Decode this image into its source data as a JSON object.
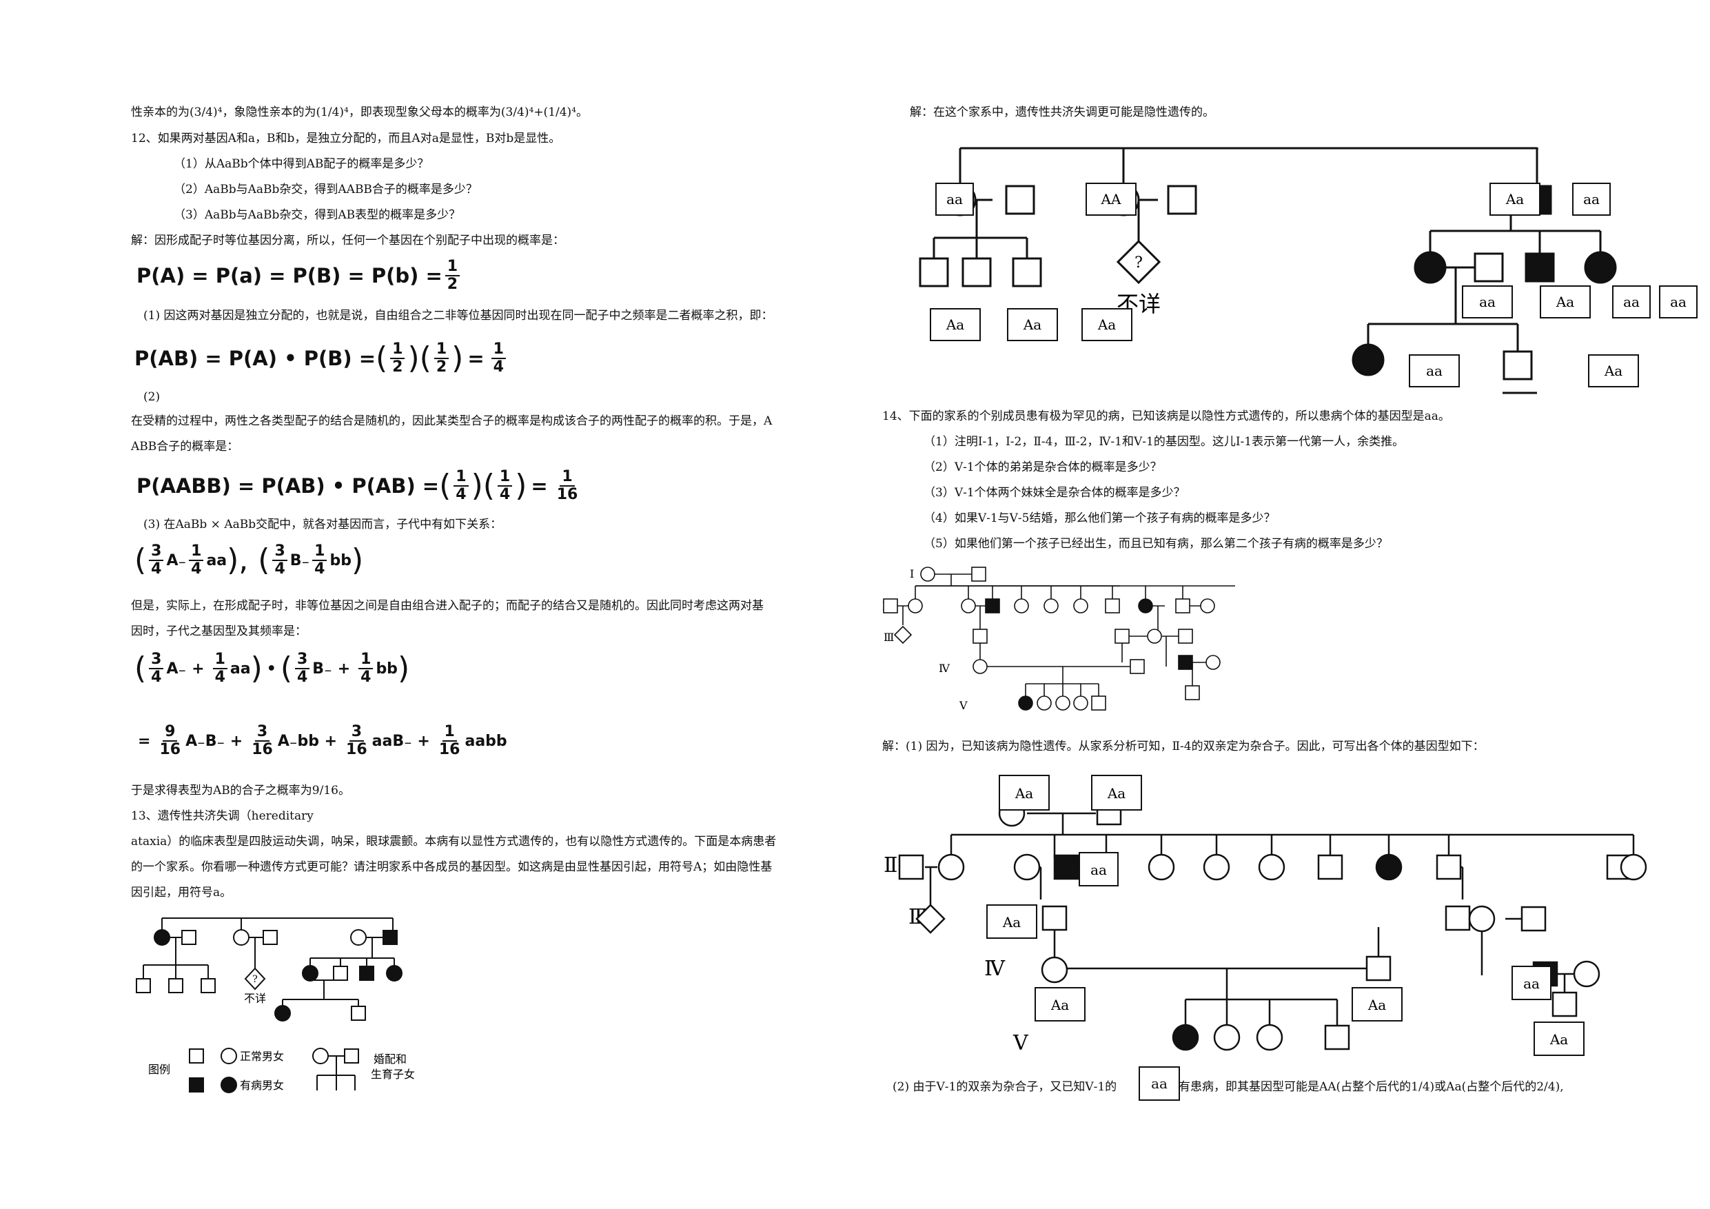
{
  "left": {
    "line1": "性亲本的为(3/4)⁴，象隐性亲本的为(1/4)⁴，即表现型象父母本的概率为(3/4)⁴+(1/4)⁴。",
    "q12": "12、如果两对基因A和a，B和b，是独立分配的，而且A对a是显性，B对b是显性。",
    "q12_1": "（1）从AaBb个体中得到AB配子的概率是多少？",
    "q12_2": "（2）AaBb与AaBb杂交，得到AABB合子的概率是多少？",
    "q12_3": "（3）AaBb与AaBb杂交，得到AB表型的概率是多少？",
    "sol_intro": "解：因形成配子时等位基因分离，所以，任何一个基因在个别配子中出现的概率是：",
    "f1_lhs": "P(A) = P(a) = P(B) = P(b) =",
    "f1_num": "1",
    "f1_den": "2",
    "p1_text": "(1) 因这两对基因是独立分配的，也就是说，自由组合之二非等位基因同时出现在同一配子中之频率是二者概率之积，即：",
    "f2_lhs": "P(AB) = P(A) • P(B) =",
    "f2_n": "1",
    "f2_d": "2",
    "f2_n2": "1",
    "f2_d2": "2",
    "f2_rn": "1",
    "f2_rd": "4",
    "p2_label": "(2)",
    "p2_line1": "在受精的过程中，两性之各类型配子的结合是随机的，因此某类型合子的概率是构成该合子的两性配子的概率的积。于是，A",
    "p2_line2": "ABB合子的概率是：",
    "f3_lhs": "P(AABB) = P(AB) • P(AB) =",
    "f3_n": "1",
    "f3_d": "4",
    "f3_n2": "1",
    "f3_d2": "4",
    "f3_rn": "1",
    "f3_rd": "16",
    "p3_text": "(3) 在AaBb × AaBb交配中，就各对基因而言，子代中有如下关系：",
    "f4_a": "3",
    "f4_ad": "4",
    "f4_at": "A₋",
    "f4_b": "1",
    "f4_bd": "4",
    "f4_bt": "aa",
    "f4_c": "3",
    "f4_cd": "4",
    "f4_ct": "B₋",
    "f4_e": "1",
    "f4_ed": "4",
    "f4_et": "bb",
    "p4_line1": "但是，实际上，在形成配子时，非等位基因之间是自由组合进入配子的；而配子的结合又是随机的。因此同时考虑这两对基",
    "p4_line2": "因时，子代之基因型及其频率是：",
    "f6_t1": "A₋B₋ +",
    "f6_t2": "A₋bb +",
    "f6_t3": "aaB₋ +",
    "f6_t4": "aabb",
    "f6_n1": "9",
    "f6_d1": "16",
    "f6_n2": "3",
    "f6_d2": "16",
    "f6_n3": "3",
    "f6_d3": "16",
    "f6_n4": "1",
    "f6_d4": "16",
    "p5_text": "于是求得表型为AB的合子之概率为9/16。",
    "q13_1": "13、遗传性共济失调（hereditary",
    "q13_2": "ataxia）的临床表型是四肢运动失调，呐呆，眼球震颤。本病有以显性方式遗传的，也有以隐性方式遗传的。下面是本病患者",
    "q13_3": "的一个家系。你看哪一种遗传方式更可能？请注明家系中各成员的基因型。如这病是由显性基因引起，用符号A；如由隐性基",
    "q13_4": "因引起，用符号a。",
    "ped1_unknown": "不详",
    "legend_title": "图例",
    "legend_normal": "正常男女",
    "legend_affected": "有病男女",
    "legend_marriage1": "婚配和",
    "legend_marriage2": "生育子女"
  },
  "right": {
    "sol13": "解：在这个家系中，遗传性共济失调更可能是隐性遗传的。",
    "ped2_unknown": "不详",
    "ped2_labels": [
      "aa",
      "AA",
      "Aa",
      "aa",
      "Aa",
      "Aa",
      "Aa",
      "aa",
      "Aa",
      "aa",
      "aa",
      "aa",
      "Aa"
    ],
    "q14": "14、下面的家系的个别成员患有极为罕见的病，已知该病是以隐性方式遗传的，所以患病个体的基因型是aa。",
    "q14_1": "（1）注明Ⅰ-1，Ⅰ-2，Ⅱ-4，Ⅲ-2，Ⅳ-1和Ⅴ-1的基因型。这儿Ⅰ-1表示第一代第一人，余类推。",
    "q14_2": "（2）Ⅴ-1个体的弟弟是杂合体的概率是多少？",
    "q14_3": "（3）Ⅴ-1个体两个妹妹全是杂合体的概率是多少？",
    "q14_4": "（4）如果Ⅴ-1与Ⅴ-5结婚，那么他们第一个孩子有病的概率是多少？",
    "q14_5": "（5）如果他们第一个孩子已经出生，而且已知有病，那么第二个孩子有病的概率是多少？",
    "gen": [
      "Ⅰ",
      "Ⅱ",
      "Ⅲ",
      "Ⅳ",
      "Ⅴ"
    ],
    "sol14": "解：(1) 因为，已知该病为隐性遗传。从家系分析可知，Ⅱ-4的双亲定为杂合子。因此，可写出各个体的基因型如下：",
    "ped4_labels": [
      "Aa",
      "Aa",
      "aa",
      "Aa",
      "Aa",
      "Aa",
      "aa",
      "Aa",
      "aa"
    ],
    "sol14_2a": "(2) 由于Ⅴ-1的双亲为杂合子，又已知Ⅴ-1的",
    "sol14_2b": "有患病，即其基因型可能是AA(占整个后代的1/4)或Aa(占整个后代的2/4),"
  }
}
